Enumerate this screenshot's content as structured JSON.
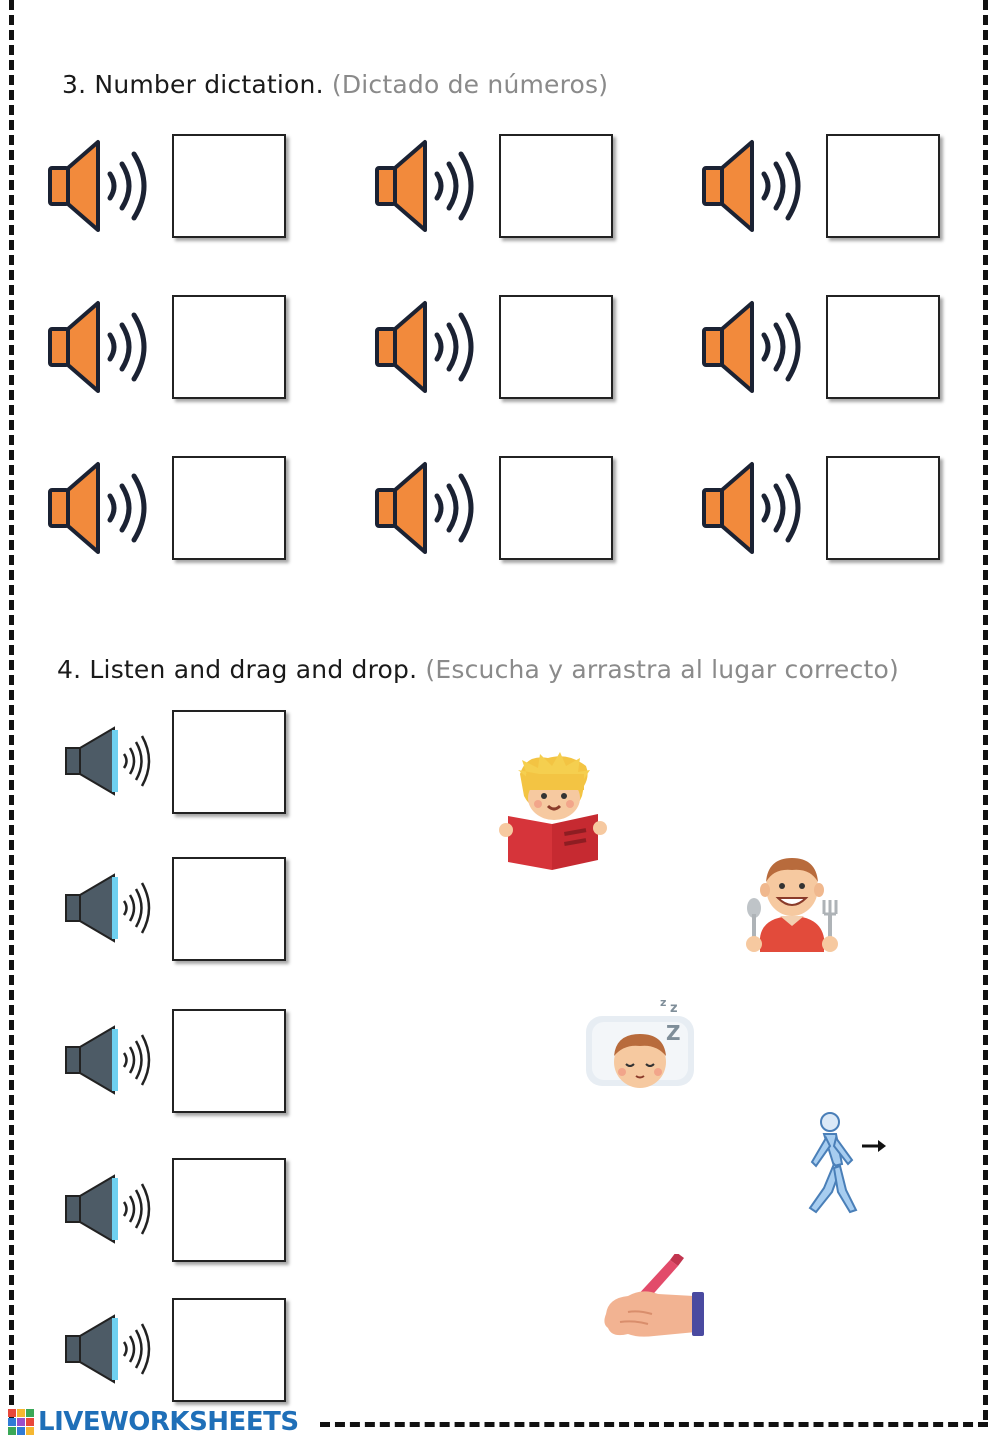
{
  "section3": {
    "number": "3.",
    "title": "Number dictation.",
    "subtitle": "(Dictado de números)"
  },
  "section4": {
    "number": "4.",
    "title": "Listen and drag and drop.",
    "subtitle": "(Escucha y arrastra al lugar correcto)"
  },
  "dictation_items": [
    {
      "answer": ""
    },
    {
      "answer": ""
    },
    {
      "answer": ""
    },
    {
      "answer": ""
    },
    {
      "answer": ""
    },
    {
      "answer": ""
    },
    {
      "answer": ""
    },
    {
      "answer": ""
    },
    {
      "answer": ""
    }
  ],
  "drag_items": [
    {
      "answer": ""
    },
    {
      "answer": ""
    },
    {
      "answer": ""
    },
    {
      "answer": ""
    },
    {
      "answer": ""
    }
  ],
  "pictures": [
    {
      "name": "reading-boy-icon"
    },
    {
      "name": "eating-boy-icon"
    },
    {
      "name": "sleeping-boy-icon"
    },
    {
      "name": "walking-person-icon"
    },
    {
      "name": "writing-hand-icon"
    }
  ],
  "brand": {
    "logo_text": "LIVEWORKSHEETS"
  },
  "colors": {
    "speaker_orange": "#f28a3c",
    "speaker_gray": "#4d5b66",
    "brand_blue": "#1f6fb8"
  }
}
